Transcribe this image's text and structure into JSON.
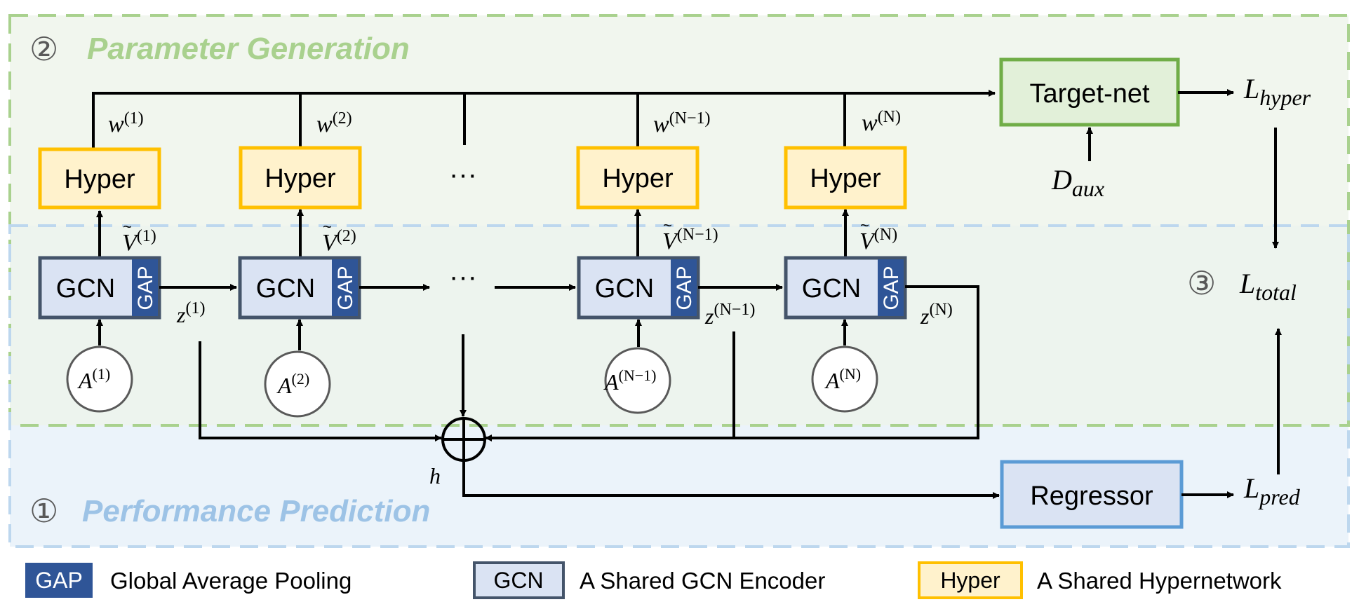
{
  "sections": {
    "generation": {
      "num": "②",
      "label": "Parameter Generation"
    },
    "prediction": {
      "num": "①",
      "label": "Performance Prediction"
    },
    "total_num": "③"
  },
  "hyper_label": "Hyper",
  "gcn_label": "GCN",
  "gap_label": "GAP",
  "ellipsis": "···",
  "chain": [
    {
      "w": "w",
      "w_sup": "(1)",
      "v": "V",
      "v_sup": "(1)",
      "z": "z",
      "z_sup": "(1)",
      "a": "A",
      "a_sup": "(1)"
    },
    {
      "w": "w",
      "w_sup": "(2)",
      "v": "V",
      "v_sup": "(2)",
      "a": "A",
      "a_sup": "(2)"
    },
    {
      "w": "w",
      "w_sup": "(N−1)",
      "v": "V",
      "v_sup": "(N−1)",
      "z": "z",
      "z_sup": "(N−1)",
      "a": "A",
      "a_sup": "(N−1)"
    },
    {
      "w": "w",
      "w_sup": "(N)",
      "v": "V",
      "v_sup": "(N)",
      "z": "z",
      "z_sup": "(N)",
      "a": "A",
      "a_sup": "(N)"
    }
  ],
  "target_net": "Target-net",
  "regressor": "Regressor",
  "h": "h",
  "losses": {
    "hyper": {
      "base": "L",
      "sub": "hyper"
    },
    "total": {
      "base": "L",
      "sub": "total"
    },
    "pred": {
      "base": "L",
      "sub": "pred"
    },
    "aux": {
      "base": "D",
      "sub": "aux"
    }
  },
  "legend": [
    {
      "key": "GAP",
      "text": "Global Average Pooling"
    },
    {
      "key": "GCN",
      "text": "A Shared GCN Encoder"
    },
    {
      "key": "Hyper",
      "text": "A Shared Hypernetwork"
    }
  ],
  "colors": {
    "green_border": "#a9d18e",
    "green_fill": "#f1f6ee",
    "blue_border": "#bdd7ee",
    "blue_fill": "#ebf3fa",
    "overlap_fill": "#edf4ee",
    "hyper_fill": "#fff2cc",
    "hyper_border": "#ffc000",
    "gcn_fill": "#dae3f3",
    "gcn_border": "#44546a",
    "gap_fill": "#2f5597",
    "target_fill": "#e2f0d9",
    "target_border": "#70ad47",
    "reg_fill": "#dae3f3",
    "reg_border": "#5b9bd5",
    "gen_title": "#a9d18e",
    "pred_title": "#9dc3e6"
  }
}
